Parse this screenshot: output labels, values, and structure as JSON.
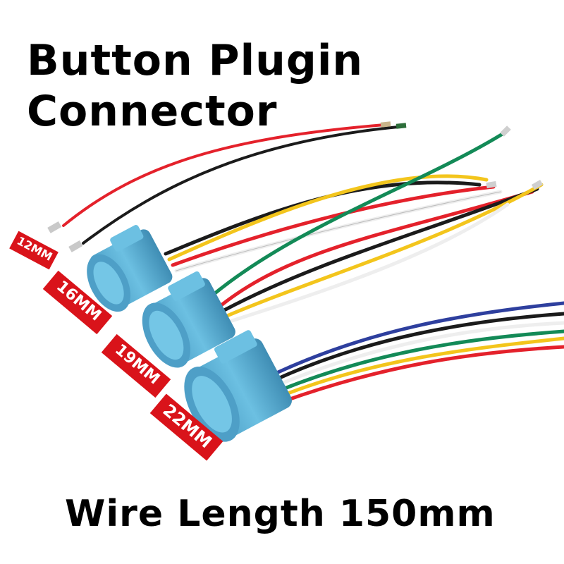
{
  "title": {
    "line1": "Button Plugin",
    "line2": "Connector"
  },
  "footer": "Wire Length 150mm",
  "size_tags": [
    "12MM",
    "16MM",
    "19MM",
    "22MM"
  ],
  "colors": {
    "background": "#ffffff",
    "tag_red": "#d9131a",
    "connector_blue": "#5fb2d6",
    "wire_red": "#e4212b",
    "wire_black": "#1b1b1b",
    "wire_yellow": "#f3c51c",
    "wire_green": "#138a57",
    "wire_white": "#eeeeee",
    "wire_blue": "#2e3f9e"
  }
}
